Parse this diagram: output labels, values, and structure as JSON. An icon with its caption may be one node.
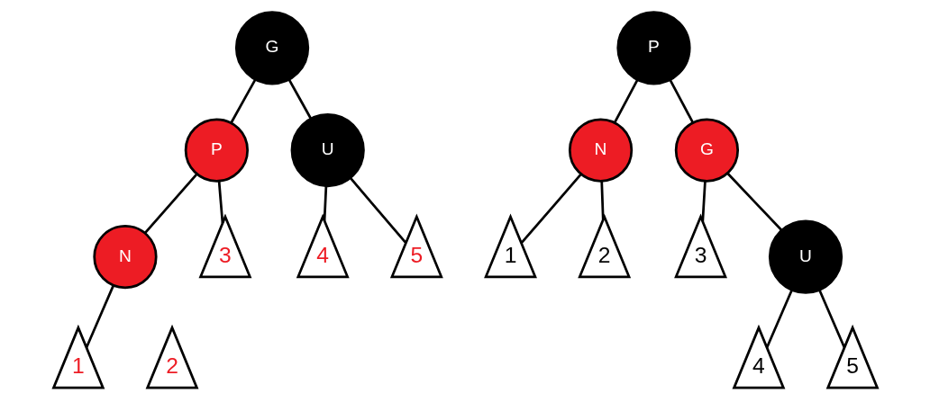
{
  "diagram": {
    "nodes": [
      {
        "text": [
          "G"
        ]
      },
      {
        "text": [
          "P"
        ]
      },
      {
        "text": [
          "U"
        ]
      },
      {
        "text": [
          "N"
        ]
      },
      {
        "text": [
          "3"
        ]
      },
      {
        "text": [
          "4"
        ]
      },
      {
        "text": [
          "5"
        ]
      },
      {
        "text": [
          "1"
        ]
      },
      {
        "text": [
          "2"
        ]
      },
      {
        "text": [
          "P"
        ]
      },
      {
        "text": [
          "N"
        ]
      },
      {
        "text": [
          "G"
        ]
      },
      {
        "text": [
          "1"
        ]
      },
      {
        "text": [
          "2"
        ]
      },
      {
        "text": [
          "3"
        ]
      },
      {
        "text": [
          "U"
        ]
      },
      {
        "text": [
          "4"
        ]
      },
      {
        "text": [
          "5"
        ]
      }
    ],
    "edges": [
      {
        "from": 0,
        "to": 1,
        "arrow": "none"
      },
      {
        "from": 0,
        "to": 2,
        "arrow": "none"
      },
      {
        "from": 1,
        "to": 3,
        "arrow": "none"
      },
      {
        "from": 1,
        "to": 4,
        "arrow": "none"
      },
      {
        "from": 2,
        "to": 5,
        "arrow": "none"
      },
      {
        "from": 2,
        "to": 6,
        "arrow": "none"
      },
      {
        "from": 3,
        "to": 7,
        "arrow": "none"
      },
      {
        "from": 9,
        "to": 10,
        "arrow": "none"
      },
      {
        "from": 9,
        "to": 11,
        "arrow": "none"
      },
      {
        "from": 10,
        "to": 12,
        "arrow": "none"
      },
      {
        "from": 10,
        "to": 13,
        "arrow": "none"
      },
      {
        "from": 11,
        "to": 14,
        "arrow": "none"
      },
      {
        "from": 11,
        "to": 15,
        "arrow": "none"
      },
      {
        "from": 15,
        "to": 16,
        "arrow": "none"
      },
      {
        "from": 15,
        "to": 17,
        "arrow": "none"
      }
    ]
  }
}
